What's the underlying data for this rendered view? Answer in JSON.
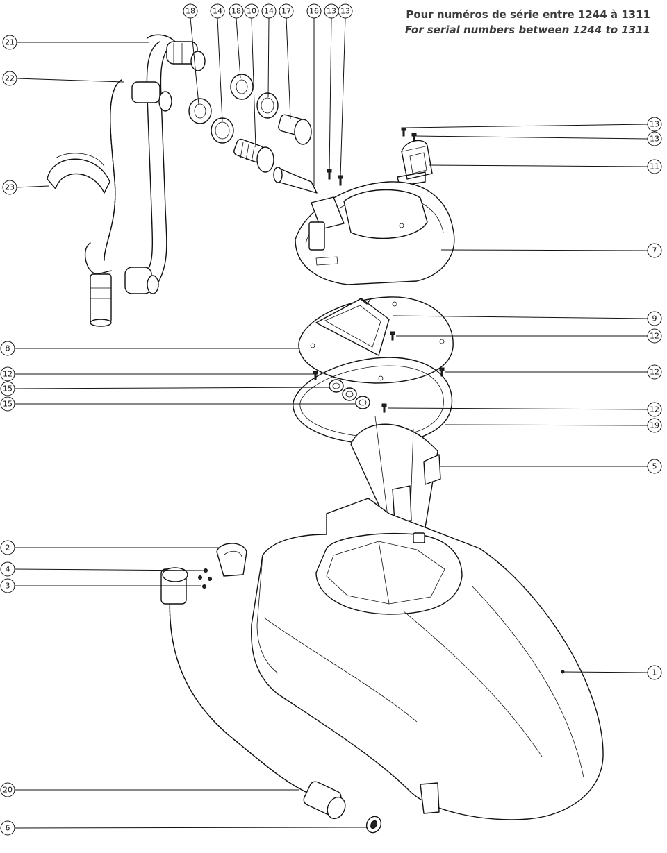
{
  "header": {
    "line_fr": "Pour numéros de série entre 1244 à 1311",
    "line_en": "For serial numbers between 1244 to 1311"
  },
  "callouts": [
    {
      "id": "c18a",
      "label": "18"
    },
    {
      "id": "c14a",
      "label": "14"
    },
    {
      "id": "c18b",
      "label": "18"
    },
    {
      "id": "c10",
      "label": "10"
    },
    {
      "id": "c14b",
      "label": "14"
    },
    {
      "id": "c17",
      "label": "17"
    },
    {
      "id": "c16",
      "label": "16"
    },
    {
      "id": "c13a",
      "label": "13"
    },
    {
      "id": "c13b",
      "label": "13"
    },
    {
      "id": "c21",
      "label": "21"
    },
    {
      "id": "c22",
      "label": "22"
    },
    {
      "id": "c23",
      "label": "23"
    },
    {
      "id": "c13c",
      "label": "13"
    },
    {
      "id": "c13d",
      "label": "13"
    },
    {
      "id": "c11",
      "label": "11"
    },
    {
      "id": "c7",
      "label": "7"
    },
    {
      "id": "c9",
      "label": "9"
    },
    {
      "id": "c8",
      "label": "8"
    },
    {
      "id": "c12a",
      "label": "12"
    },
    {
      "id": "c12b",
      "label": "12"
    },
    {
      "id": "c12c",
      "label": "12"
    },
    {
      "id": "c15a",
      "label": "15"
    },
    {
      "id": "c15b",
      "label": "15"
    },
    {
      "id": "c12d",
      "label": "12"
    },
    {
      "id": "c19",
      "label": "19"
    },
    {
      "id": "c5",
      "label": "5"
    },
    {
      "id": "c2",
      "label": "2"
    },
    {
      "id": "c4",
      "label": "4"
    },
    {
      "id": "c3",
      "label": "3"
    },
    {
      "id": "c1",
      "label": "1"
    },
    {
      "id": "c20",
      "label": "20"
    },
    {
      "id": "c6",
      "label": "6"
    }
  ]
}
